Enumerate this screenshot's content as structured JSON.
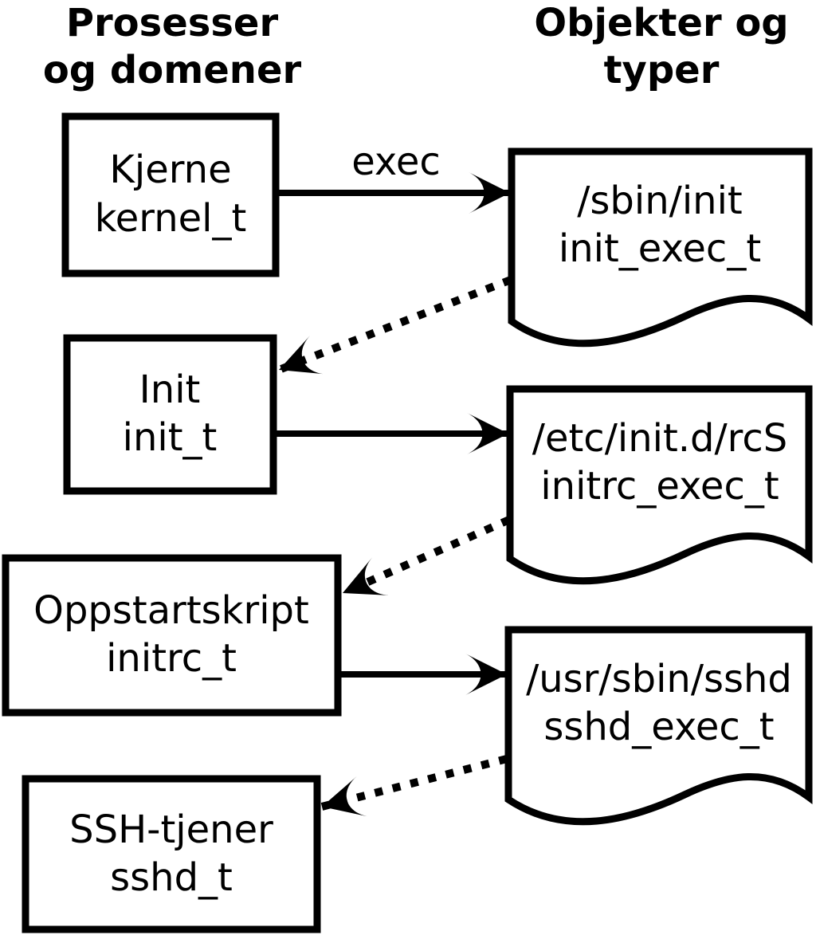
{
  "headers": {
    "left": {
      "line1": "Prosesser",
      "line2": "og domener"
    },
    "right": {
      "line1": "Objekter og",
      "line2": "typer"
    }
  },
  "process_boxes": [
    {
      "name": "Kjerne",
      "type": "kernel_t"
    },
    {
      "name": "Init",
      "type": "init_t"
    },
    {
      "name": "Oppstartskript",
      "type": "initrc_t"
    },
    {
      "name": "SSH-tjener",
      "type": "sshd_t"
    }
  ],
  "object_docs": [
    {
      "path": "/sbin/init",
      "type": "init_exec_t"
    },
    {
      "path": "/etc/init.d/rcS",
      "type": "initrc_exec_t"
    },
    {
      "path": "/usr/sbin/sshd",
      "type": "sshd_exec_t"
    }
  ],
  "labels": {
    "exec": "exec"
  },
  "colors": {
    "line": "#000000",
    "background": "#ffffff",
    "shape_fill": "#ffffff"
  }
}
